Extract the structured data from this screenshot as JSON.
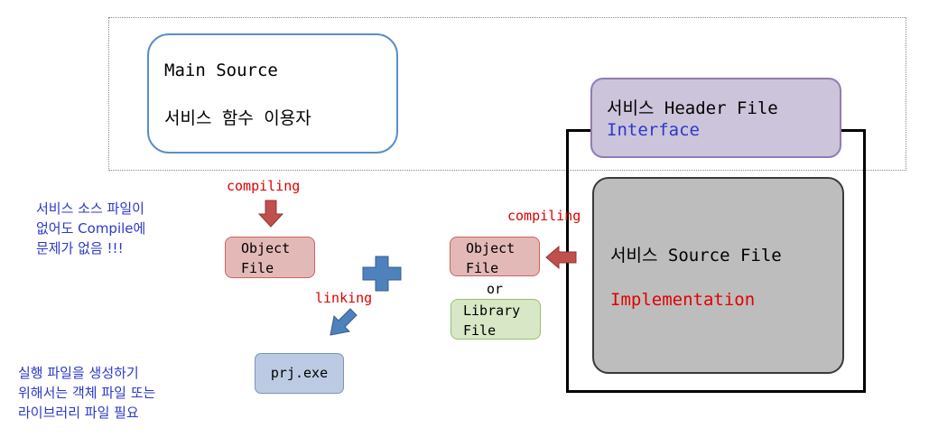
{
  "main_source": {
    "title": "Main Source",
    "subtitle": "서비스 함수 이용자"
  },
  "header_file": {
    "title": "서비스 Header File",
    "subtitle": "Interface"
  },
  "source_file": {
    "title": "서비스 Source File",
    "subtitle": "Implementation"
  },
  "left_compiling_label": "compiling",
  "right_compiling_label": "compiling",
  "linking_label": "linking",
  "left_object": {
    "line1": "Object",
    "line2": "File"
  },
  "right_object": {
    "line1": "Object",
    "line2": "File"
  },
  "or_label": "or",
  "library_file": {
    "line1": "Library",
    "line2": "File"
  },
  "exe_label": "prj.exe",
  "note_top": [
    "서비스 소스 파일이",
    "없어도 Compile에",
    "문제가 없음 !!!"
  ],
  "note_bottom": [
    "실행 파일을 생성하기",
    "위해서는 객체 파일 또는",
    "라이브러리 파일 필요"
  ],
  "colors": {
    "red_text": "#e00000",
    "blue_text": "#2b39c9",
    "arrow_fill": "#c0504d",
    "plus_fill": "#4f81bd",
    "link_arrow_fill": "#4f81bd"
  }
}
